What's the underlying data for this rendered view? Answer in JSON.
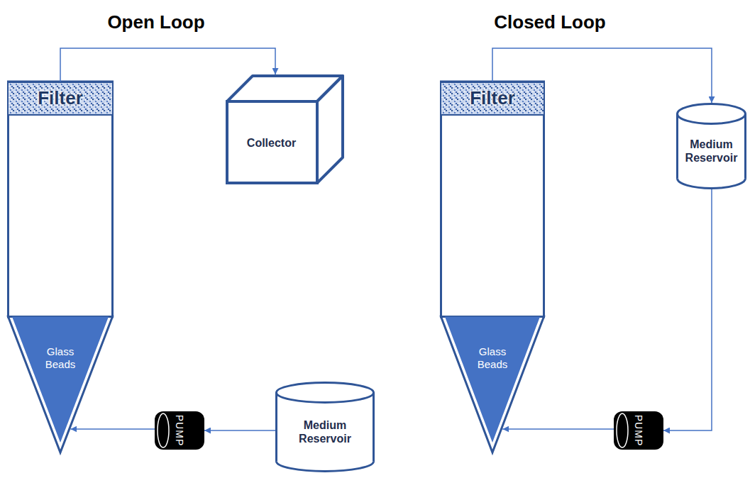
{
  "diagram": {
    "nodes": [
      {
        "text": [
          "Filter"
        ]
      },
      {
        "text": [
          "Collector"
        ]
      },
      {
        "text": [
          "Glass Beads"
        ]
      },
      {
        "text": [
          "PUMP"
        ]
      },
      {
        "text": [
          "Medium Reservoir"
        ]
      },
      {
        "text": [
          "Filter"
        ]
      },
      {
        "text": [
          "Medium Reservoir"
        ]
      },
      {
        "text": [
          "Glass Beads"
        ]
      },
      {
        "text": [
          "PUMP"
        ]
      }
    ],
    "edges": [
      {
        "from": 0,
        "to": 1,
        "arrow": "to"
      },
      {
        "from": 4,
        "to": 3,
        "arrow": "to"
      },
      {
        "from": 3,
        "to": 2,
        "arrow": "to"
      },
      {
        "from": 5,
        "to": 6,
        "arrow": "to"
      },
      {
        "from": 6,
        "to": 8,
        "arrow": "to"
      },
      {
        "from": 8,
        "to": 7,
        "arrow": "to"
      }
    ],
    "labels": [
      "Open Loop",
      "Closed Loop"
    ]
  }
}
